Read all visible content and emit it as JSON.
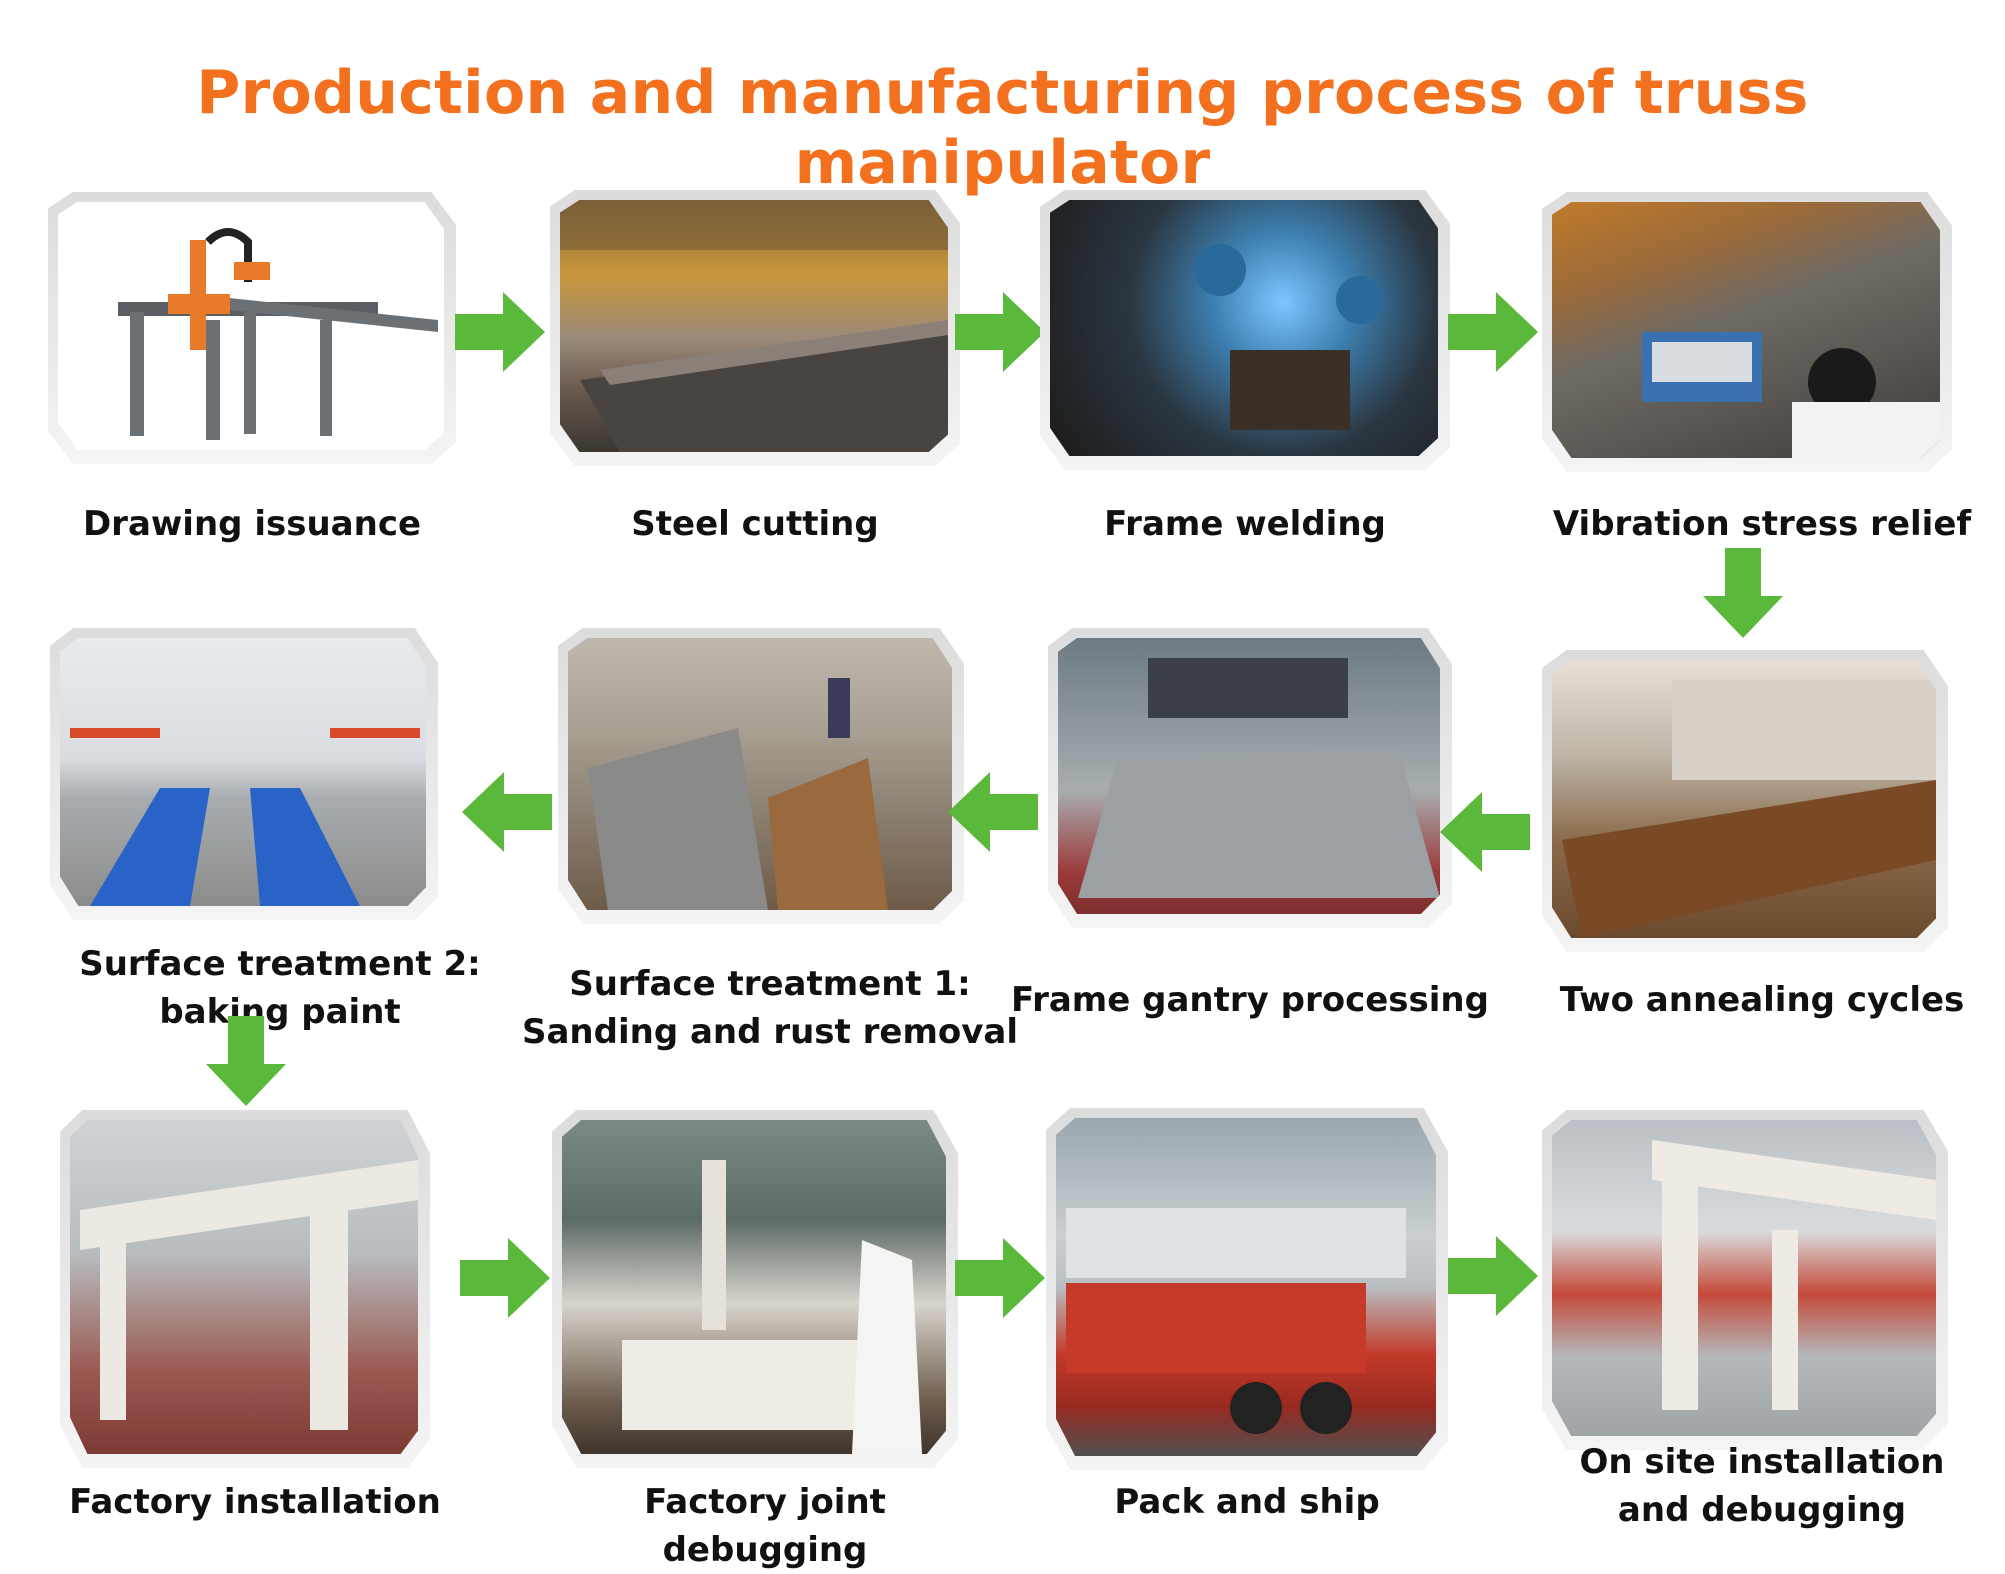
{
  "title": "Production and manufacturing process of truss manipulator",
  "colors": {
    "title": "#f2701e",
    "arrow": "#5ab93a",
    "label": "#111111"
  },
  "steps": [
    {
      "label": "Drawing issuance",
      "image": "truss-manipulator-render"
    },
    {
      "label": "Steel cutting",
      "image": "steel-cutting-photo"
    },
    {
      "label": "Frame welding",
      "image": "frame-welding-photo"
    },
    {
      "label": "Vibration stress relief",
      "image": "vibration-stress-relief-photo"
    },
    {
      "label": "Two annealing cycles",
      "image": "annealing-photo"
    },
    {
      "label": "Frame gantry processing",
      "image": "gantry-processing-photo"
    },
    {
      "label": "Surface treatment 1:\nSanding and rust removal",
      "image": "sanding-photo"
    },
    {
      "label": "Surface treatment 2:\nbaking paint",
      "image": "paint-booth-photo"
    },
    {
      "label": "Factory installation",
      "image": "factory-installation-photo"
    },
    {
      "label": "Factory joint debugging",
      "image": "joint-debugging-photo"
    },
    {
      "label": "Pack and ship",
      "image": "truck-shipping-photo"
    },
    {
      "label": "On site installation\nand debugging",
      "image": "onsite-installation-photo"
    }
  ]
}
